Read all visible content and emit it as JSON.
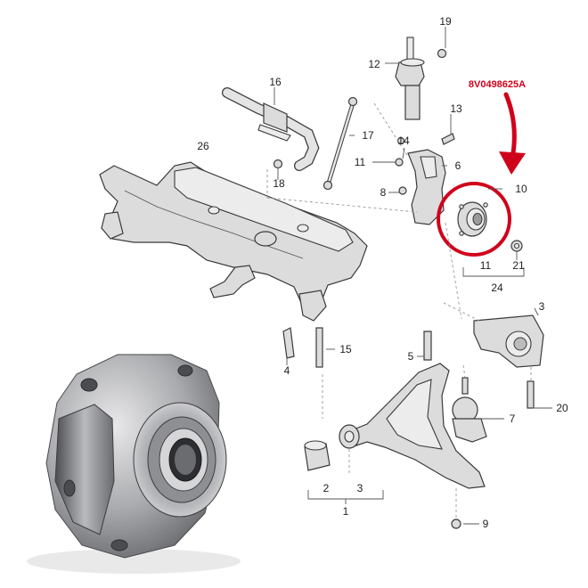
{
  "part_number": "8V0498625A",
  "highlight_color": "#d0021b",
  "callouts": {
    "c1": "1",
    "c2": "2",
    "c3a": "3",
    "c3b": "3",
    "c4": "4",
    "c5": "5",
    "c6": "6",
    "c7": "7",
    "c8": "8",
    "c9": "9",
    "c10": "10",
    "c11a": "11",
    "c11b": "11",
    "c12": "12",
    "c13": "13",
    "c14": "14",
    "c15": "15",
    "c16": "16",
    "c17": "17",
    "c18": "18",
    "c19": "19",
    "c20": "20",
    "c21": "21",
    "c24": "24",
    "c26": "26"
  }
}
